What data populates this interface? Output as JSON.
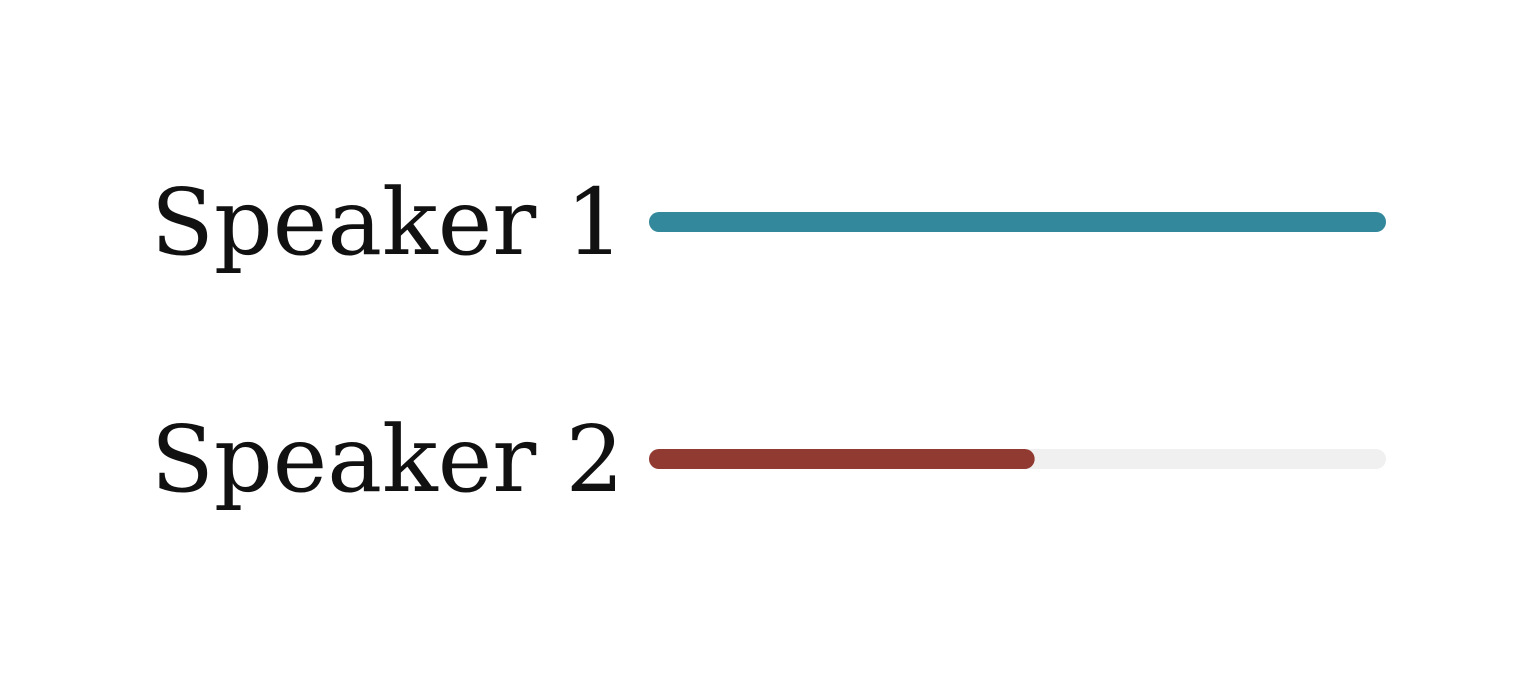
{
  "chart_data": {
    "type": "bar",
    "orientation": "horizontal",
    "categories": [
      "Speaker 1",
      "Speaker 2"
    ],
    "values": [
      1.0,
      0.51
    ],
    "xlim": [
      0,
      1
    ],
    "grid": false,
    "colors": [
      "#33889b",
      "#913a31"
    ],
    "track_color": "#f0f0f0"
  }
}
